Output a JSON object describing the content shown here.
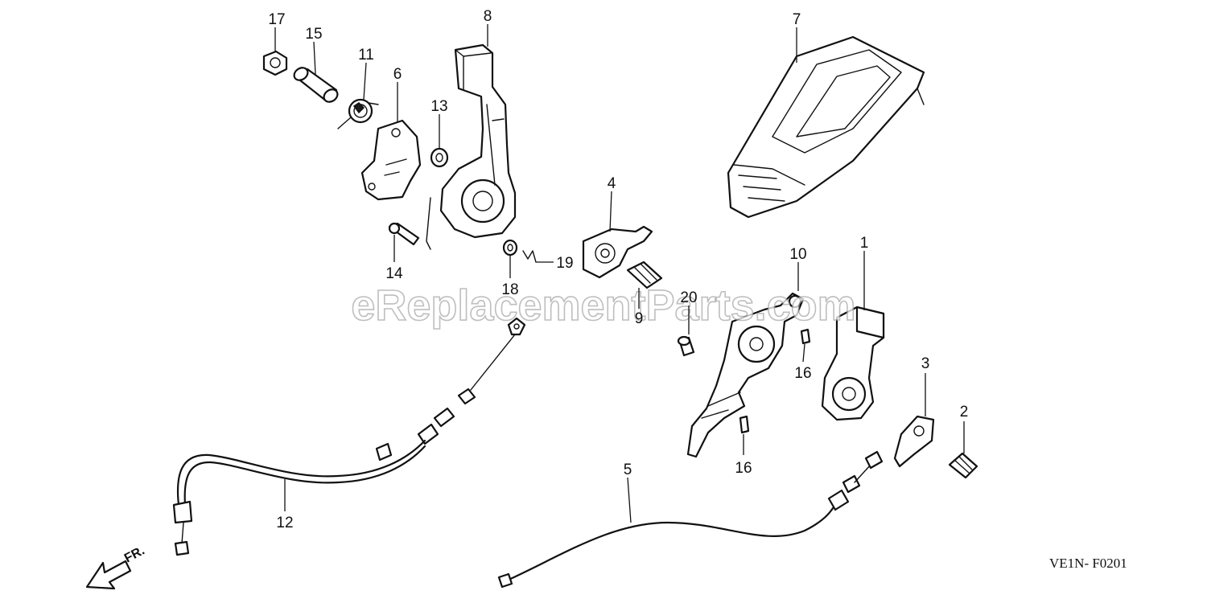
{
  "watermark": "eReplacementParts.com",
  "diagram_code": "VE1N- F0201",
  "front_indicator": "FR.",
  "callouts": {
    "c1": "1",
    "c2": "2",
    "c3": "3",
    "c4": "4",
    "c5": "5",
    "c6": "6",
    "c7": "7",
    "c8": "8",
    "c9": "9",
    "c10": "10",
    "c11": "11",
    "c12": "12",
    "c13": "13",
    "c14": "14",
    "c15": "15",
    "c16a": "16",
    "c16b": "16",
    "c17": "17",
    "c18": "18",
    "c19": "19",
    "c20": "20"
  }
}
